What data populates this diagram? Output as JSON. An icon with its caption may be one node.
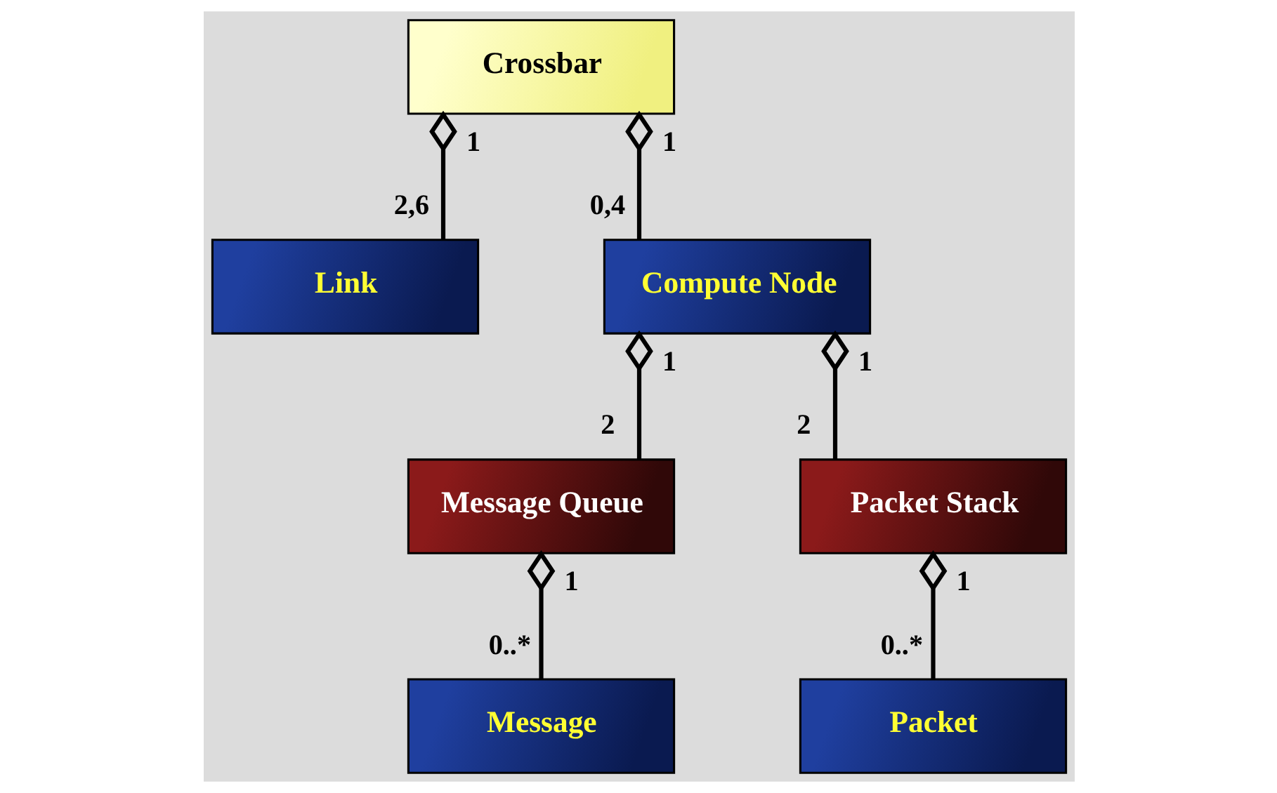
{
  "diagram": {
    "nodes": [
      {
        "text": [
          "Crossbar"
        ]
      },
      {
        "text": [
          "Link"
        ]
      },
      {
        "text": [
          "Compute Node"
        ]
      },
      {
        "text": [
          "Message Queue"
        ]
      },
      {
        "text": [
          "Packet Stack"
        ]
      },
      {
        "text": [
          "Message"
        ]
      },
      {
        "text": [
          "Packet"
        ]
      }
    ],
    "edges": [
      {
        "from": 0,
        "to": 1,
        "arrow": "other"
      },
      {
        "from": 0,
        "to": 2,
        "arrow": "other"
      },
      {
        "from": 2,
        "to": 3,
        "arrow": "other"
      },
      {
        "from": 2,
        "to": 4,
        "arrow": "other"
      },
      {
        "from": 3,
        "to": 5,
        "arrow": "other"
      },
      {
        "from": 4,
        "to": 6,
        "arrow": "other"
      }
    ],
    "labels": [
      "1",
      "1",
      "2,6",
      "0,4",
      "1",
      "1",
      "2",
      "2",
      "1",
      "1",
      "0..*",
      "0..*"
    ]
  }
}
